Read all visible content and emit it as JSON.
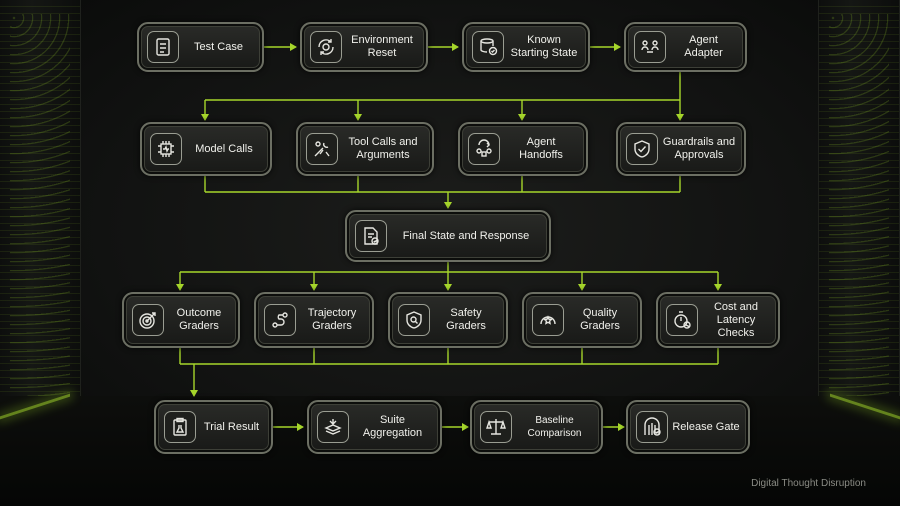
{
  "flow": {
    "row1": [
      {
        "label": "Test Case",
        "icon": "checklist-icon"
      },
      {
        "label": "Environment Reset",
        "icon": "refresh-gear-icon"
      },
      {
        "label": "Known Starting State",
        "icon": "database-check-icon"
      },
      {
        "label": "Agent Adapter",
        "icon": "agents-connector-icon"
      }
    ],
    "row2": [
      {
        "label": "Model Calls",
        "icon": "chip-icon"
      },
      {
        "label": "Tool Calls and Arguments",
        "icon": "tools-icon"
      },
      {
        "label": "Agent Handoffs",
        "icon": "handoff-icon"
      },
      {
        "label": "Guardrails and Approvals",
        "icon": "shield-check-icon"
      }
    ],
    "center": {
      "label": "Final State and Response",
      "icon": "document-check-icon"
    },
    "row3": [
      {
        "label": "Outcome Graders",
        "icon": "target-icon"
      },
      {
        "label": "Trajectory Graders",
        "icon": "route-icon"
      },
      {
        "label": "Safety Graders",
        "icon": "shield-search-icon"
      },
      {
        "label": "Quality Graders",
        "icon": "gauge-star-icon"
      },
      {
        "label": "Cost and Latency Checks",
        "icon": "stopwatch-icon"
      }
    ],
    "row4": [
      {
        "label": "Trial Result",
        "icon": "clipboard-flask-icon"
      },
      {
        "label": "Suite Aggregation",
        "icon": "layers-icon"
      },
      {
        "label": "Baseline Comparison",
        "icon": "scale-icon"
      },
      {
        "label": "Release Gate",
        "icon": "gate-check-icon"
      }
    ]
  },
  "watermark": "Digital Thought Disruption",
  "colors": {
    "accent": "#a6d62b",
    "text": "#f1f1ec",
    "border": "#6c6f63"
  }
}
